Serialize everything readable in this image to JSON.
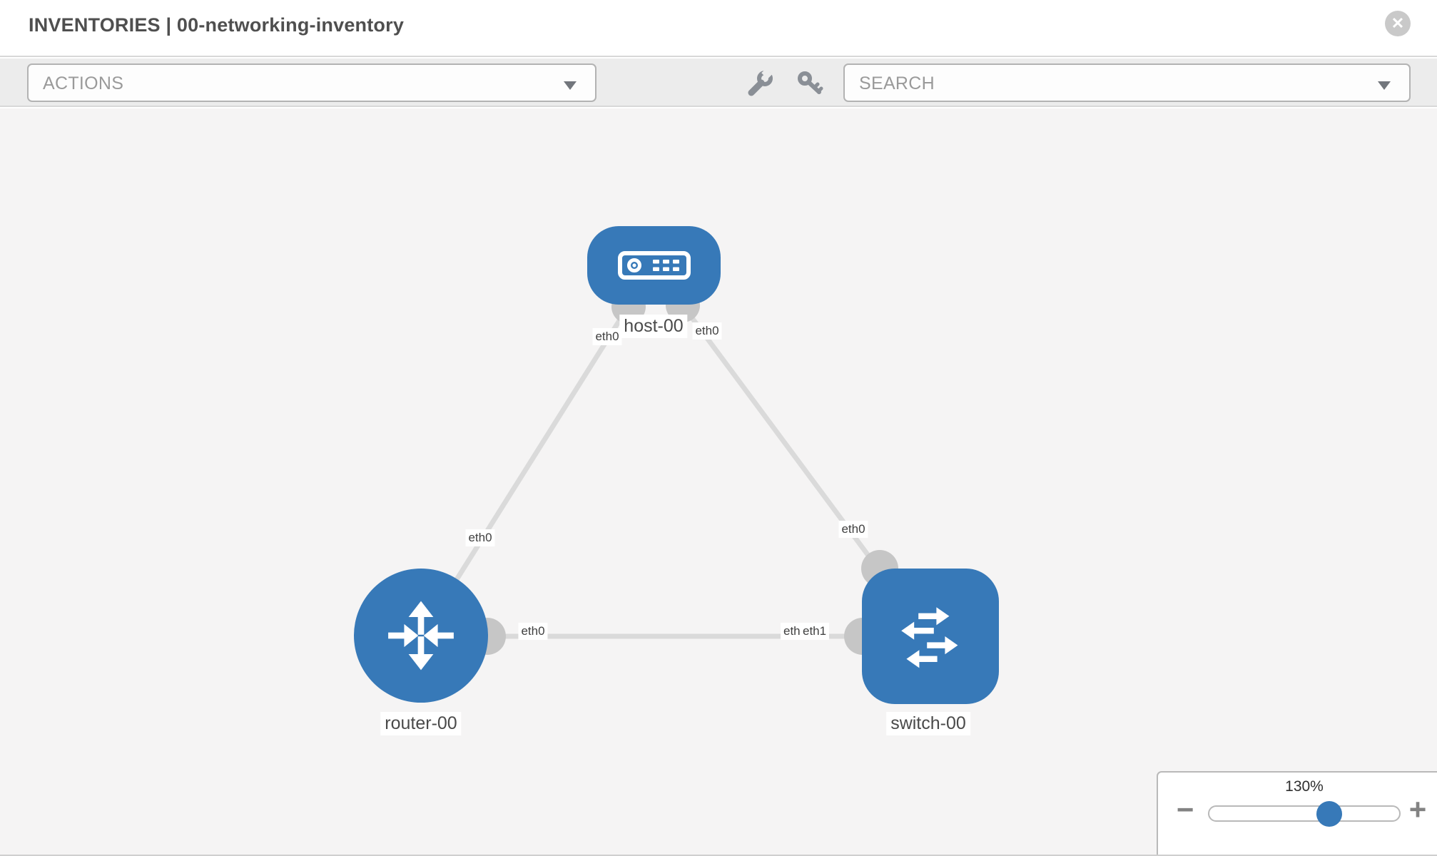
{
  "header": {
    "title": "INVENTORIES | 00-networking-inventory",
    "close_glyph": "✕"
  },
  "toolbar": {
    "actions_label": "ACTIONS",
    "search_label": "SEARCH",
    "icons": [
      "wrench-icon",
      "key-icon"
    ]
  },
  "topology": {
    "nodes": {
      "host": {
        "label": "host-00",
        "type": "host",
        "shape": "rounded-rect"
      },
      "router": {
        "label": "router-00",
        "type": "router",
        "shape": "circle"
      },
      "switch": {
        "label": "switch-00",
        "type": "switch",
        "shape": "rounded-square"
      }
    },
    "links": [
      {
        "from": "host-00",
        "to": "router-00",
        "from_iface": "eth0",
        "to_iface": "eth0"
      },
      {
        "from": "host-00",
        "to": "switch-00",
        "from_iface": "eth0",
        "to_iface": "eth0"
      },
      {
        "from": "router-00",
        "to": "switch-00",
        "from_iface": "eth0",
        "to_iface": "eth1"
      }
    ],
    "ifaces": {
      "host_router_host_end": "eth0",
      "host_switch_host_end": "eth0",
      "host_router_router_end": "eth0",
      "host_switch_switch_end": "eth0",
      "router_switch_router_end": "eth0",
      "router_switch_switch_end_under": "eth1",
      "router_switch_switch_end": "eth1"
    }
  },
  "zoom_control": {
    "level": "130%",
    "minus_glyph": "−",
    "plus_glyph": "+"
  },
  "colors": {
    "node_blue": "#3779b8",
    "link_gray": "#dadada",
    "iface_dot_gray": "#c6c6c6",
    "canvas_bg": "#f5f4f4",
    "toolbar_bg": "#ececec",
    "title_text": "#4f4f4f"
  }
}
